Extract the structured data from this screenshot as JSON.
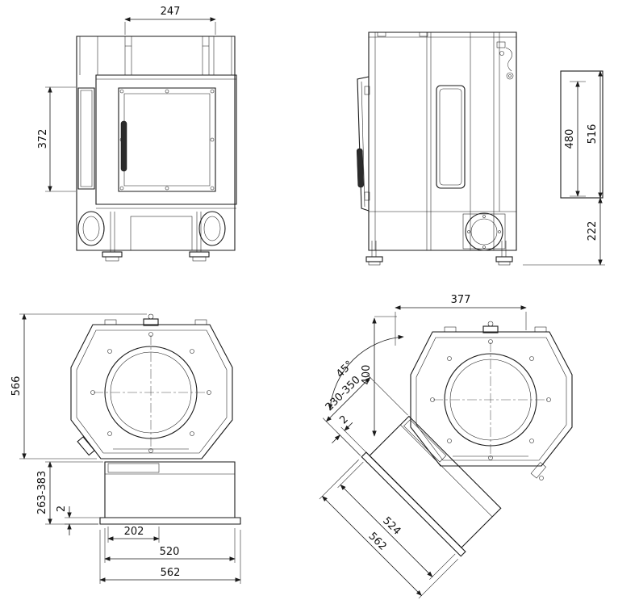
{
  "colors": {
    "line": "#1a1a1a",
    "handle_fill": "#2b2b2b",
    "background": "#ffffff"
  },
  "views": {
    "front": {
      "dims": {
        "width": "247",
        "glass_height": "372"
      }
    },
    "side": {
      "dims": {
        "panel_inner_height": "480",
        "panel_height": "516",
        "lower_height": "222"
      }
    },
    "top": {
      "dims": {
        "depth": "566",
        "pedestal_height_range": "263-383",
        "base_gap": "2",
        "hatch_width": "202",
        "pedestal_width": "520",
        "base_width": "562"
      }
    },
    "top_rotated": {
      "dims": {
        "width": "377",
        "riser_length": "400",
        "duct_angle": "45°",
        "pedestal_height_range": "230-350",
        "base_gap": "2",
        "pedestal_width": "524",
        "base_width": "562"
      }
    }
  }
}
